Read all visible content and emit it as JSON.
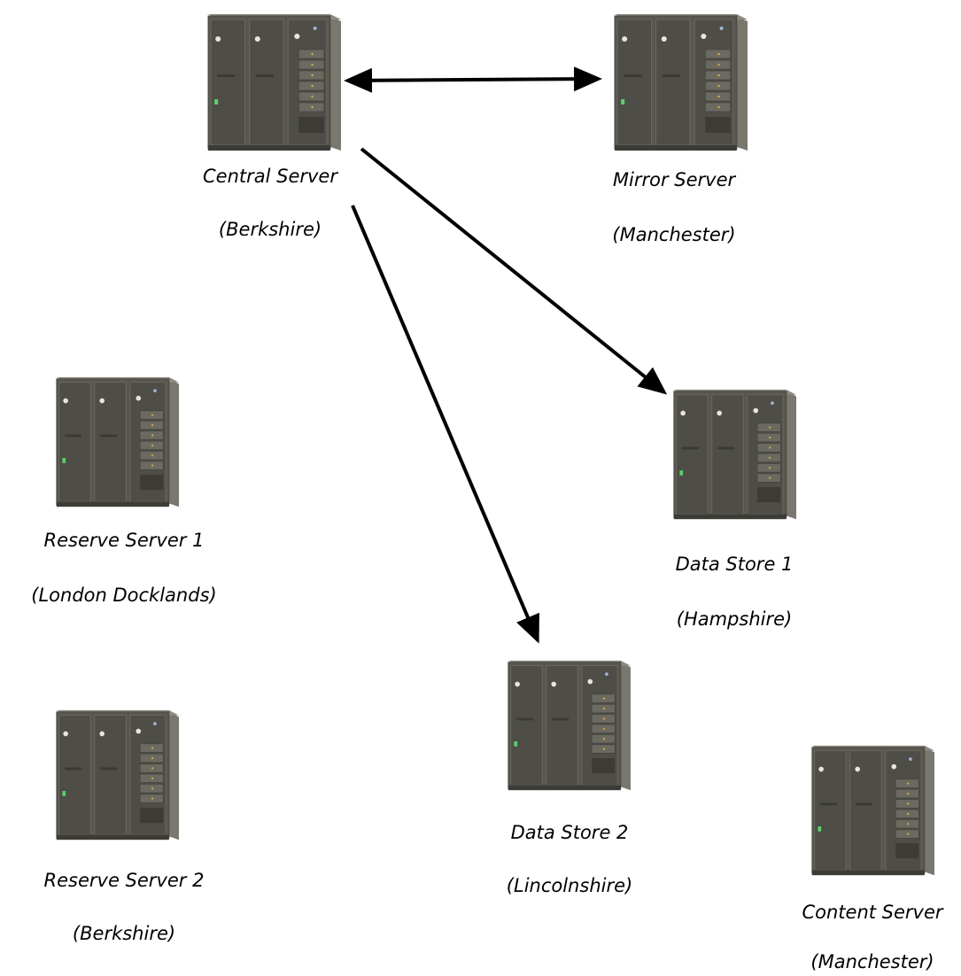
{
  "diagram": {
    "nodes": [
      {
        "id": "central",
        "name": "Central Server",
        "location": "(Berkshire)"
      },
      {
        "id": "mirror",
        "name": "Mirror Server",
        "location": "(Manchester)"
      },
      {
        "id": "reserve1",
        "name": "Reserve Server 1",
        "location": "(London Docklands)"
      },
      {
        "id": "datastore1",
        "name": "Data Store 1",
        "location": "(Hampshire)"
      },
      {
        "id": "datastore2",
        "name": "Data Store 2",
        "location": "(Lincolnshire)"
      },
      {
        "id": "reserve2",
        "name": "Reserve Server 2",
        "location": "(Berkshire)"
      },
      {
        "id": "content",
        "name": "Content Server",
        "location": "(Manchester)"
      }
    ],
    "edges": [
      {
        "from": "central",
        "to": "mirror",
        "direction": "both"
      },
      {
        "from": "central",
        "to": "datastore1",
        "direction": "forward"
      },
      {
        "from": "central",
        "to": "datastore2",
        "direction": "forward"
      }
    ],
    "colors": {
      "rack_body": "#58574f",
      "rack_dark": "#3c3b36",
      "arrow": "#000000"
    },
    "icon": "server-rack-icon"
  }
}
